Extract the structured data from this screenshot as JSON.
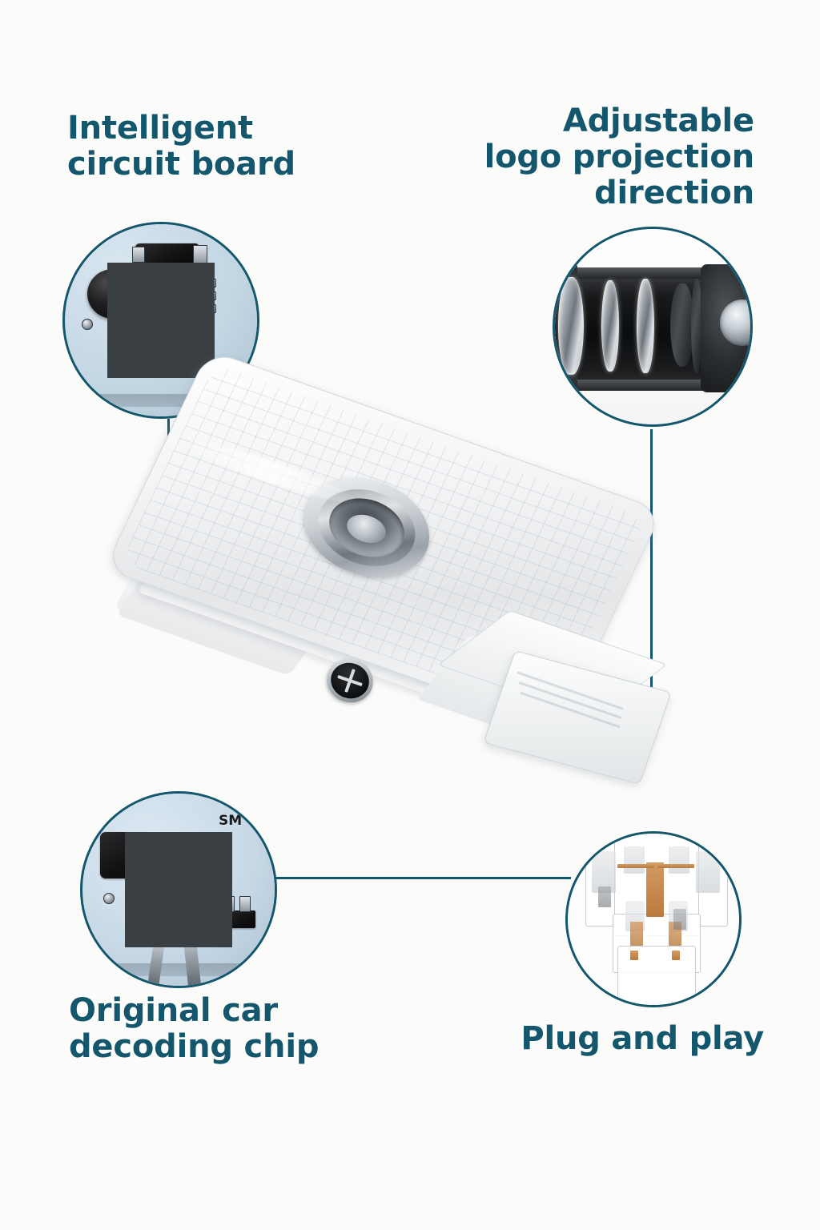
{
  "page": {
    "background_color": "#fbfbfa",
    "accent_color": "#14566c",
    "type": "product-feature-infographic",
    "subject": "Transparent LED car door logo projector light"
  },
  "features": [
    {
      "id": "intelligent-circuit-board",
      "label": "Intelligent\ncircuit board",
      "position": "top-left",
      "callout_image": "light-blue printed circuit board with black electrolytic capacitor, black SOIC integrated circuit chip, and silver surface-mount components"
    },
    {
      "id": "adjustable-logo-projection-direction",
      "label": "Adjustable\nlogo projection\ndirection",
      "position": "top-right",
      "callout_image": "black lens barrel assembly with three stacked glass lens elements and an adjustable rotating lens cap"
    },
    {
      "id": "original-car-decoding-chip",
      "label": "Original car\ndecoding chip",
      "position": "bottom-left",
      "callout_image": "round light-blue PCB with black decoding chip, black inductor block, SM marking and two metal contact blades",
      "board_marking": "SM"
    },
    {
      "id": "plug-and-play",
      "label": "Plug and play",
      "position": "bottom-right",
      "callout_image": "transparent plastic connector plug with copper contact blades"
    }
  ],
  "labels": {
    "top_left": "Intelligent\ncircuit board",
    "top_right": "Adjustable\nlogo projection\ndirection",
    "bottom_left": "Original car\ndecoding chip",
    "bottom_right": "Plug and play"
  },
  "colors": {
    "accent": "#14566c",
    "background": "#fbfbfa",
    "pcb": "#c3d6e4",
    "component_black": "#121213",
    "copper": "#b87a3e",
    "metal": "#9aa3ab"
  }
}
